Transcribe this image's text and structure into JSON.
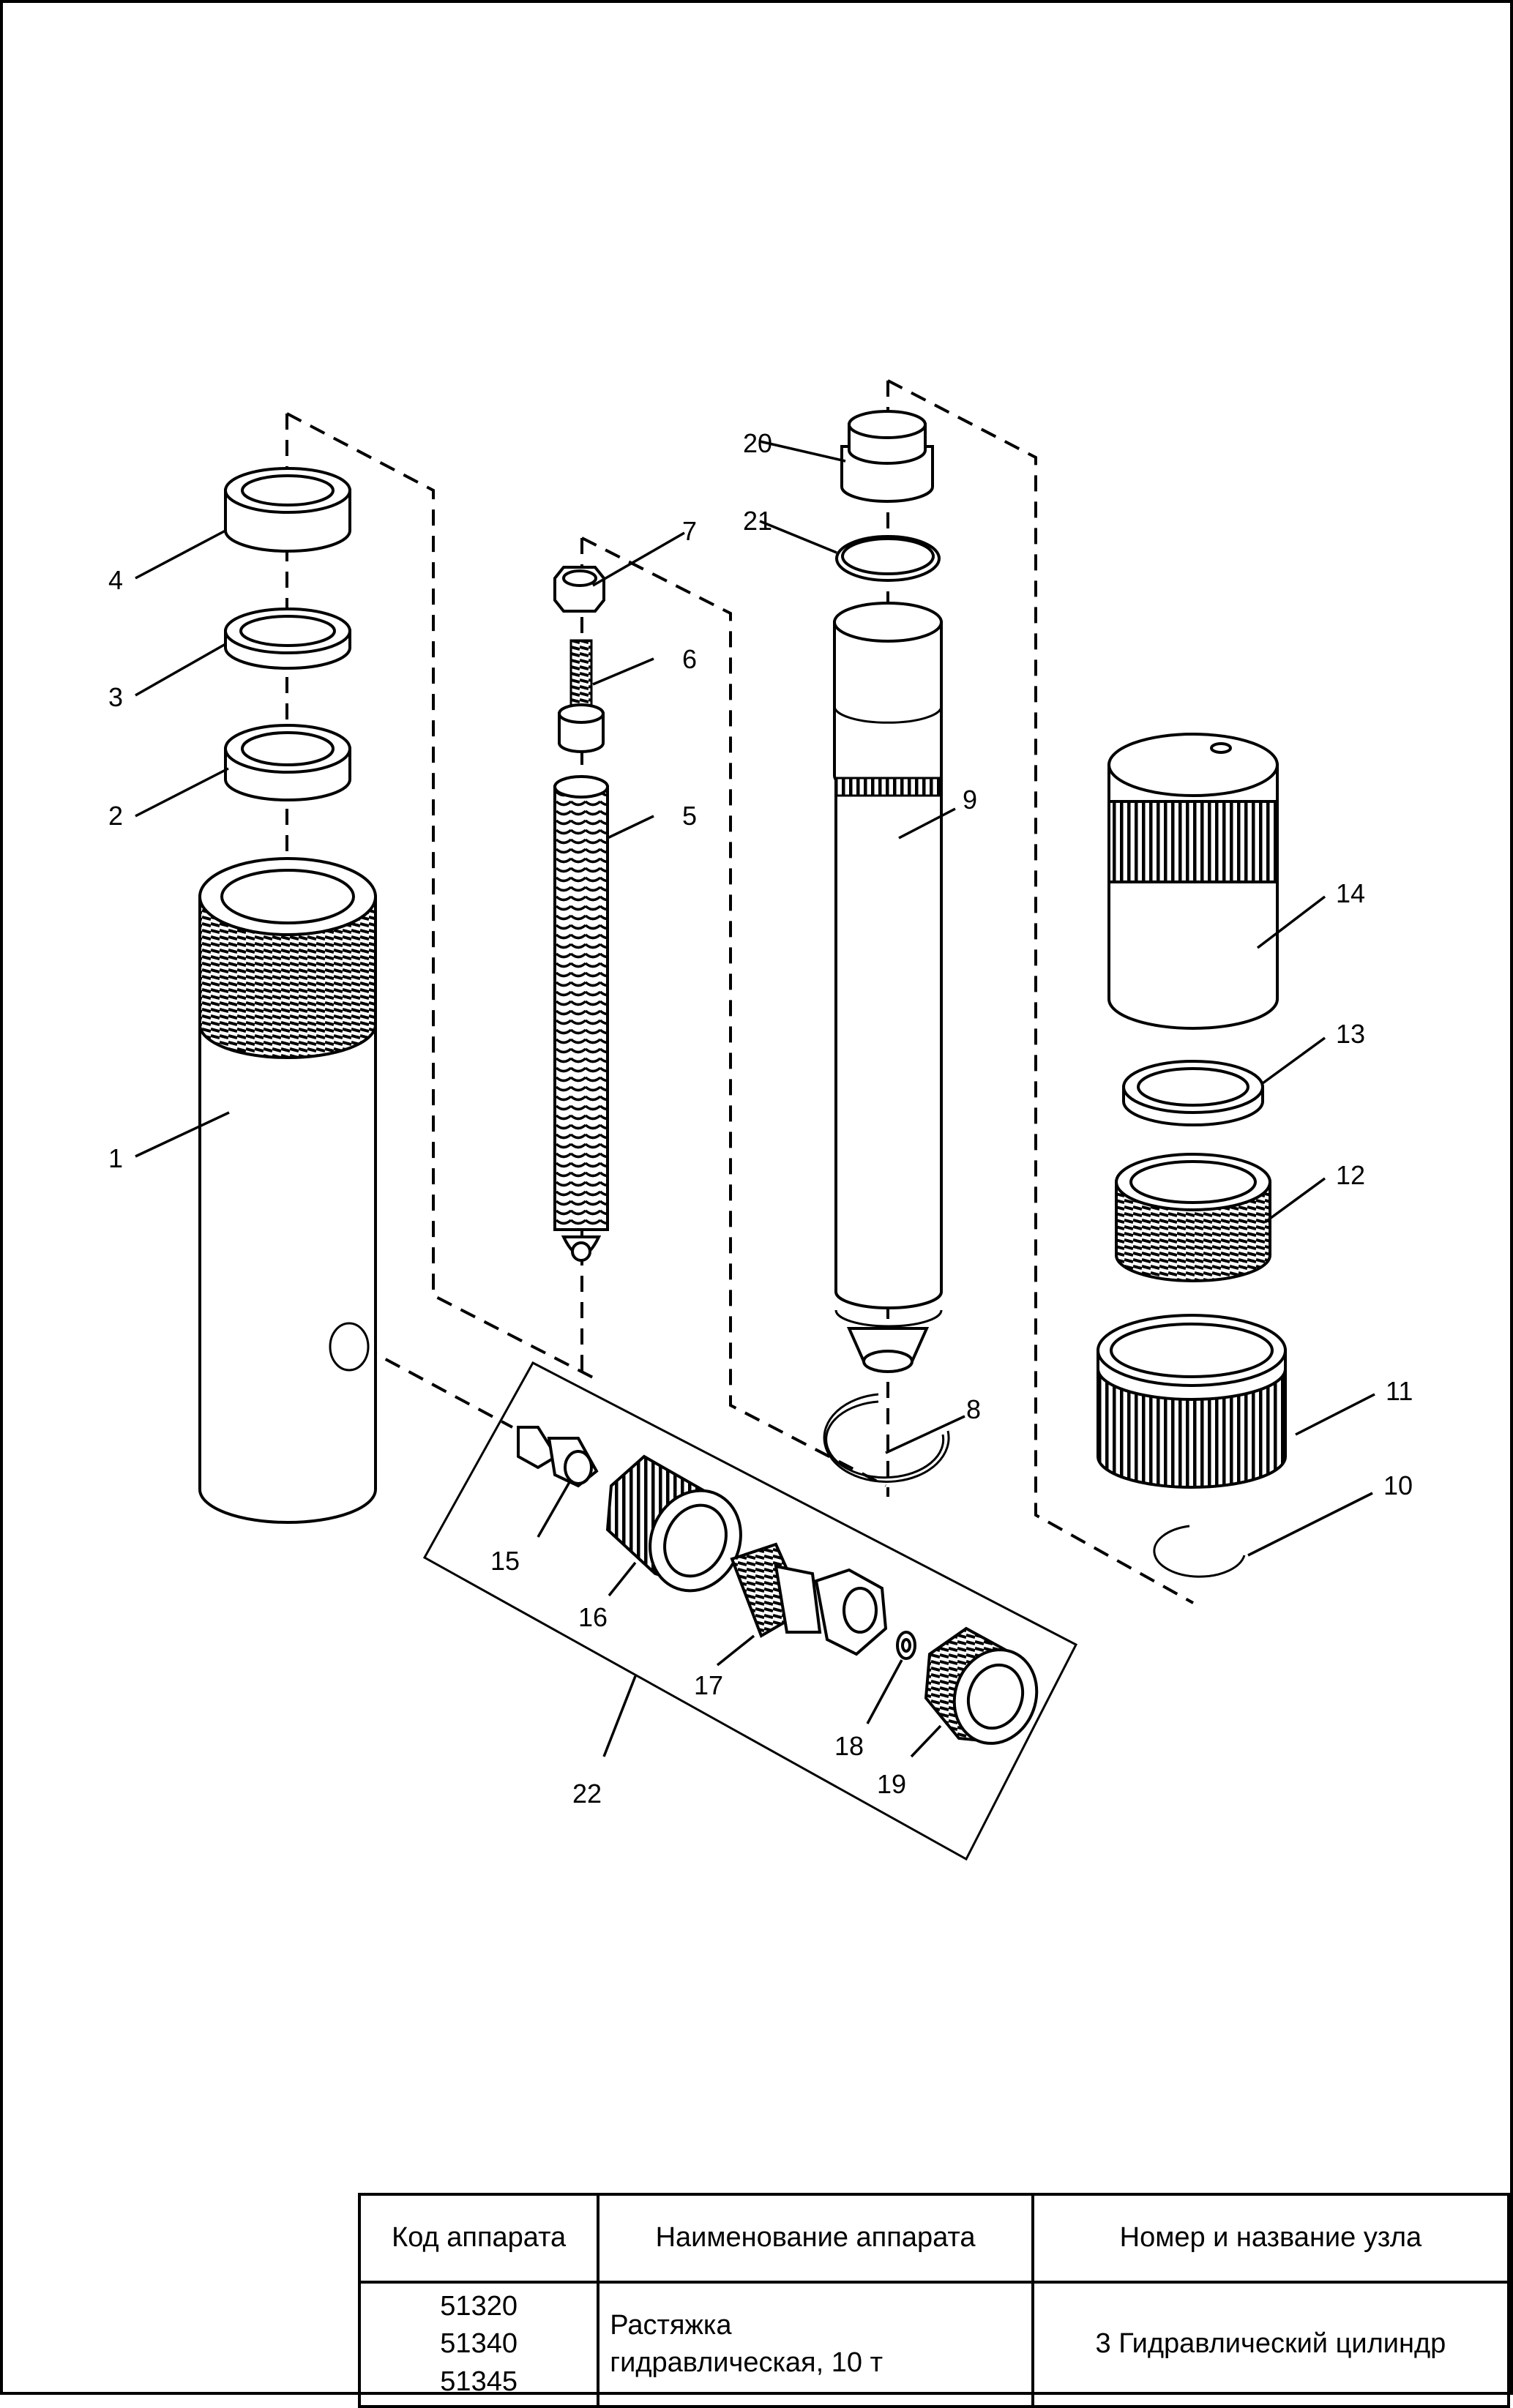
{
  "callouts": {
    "c1": "1",
    "c2": "2",
    "c3": "3",
    "c4": "4",
    "c5": "5",
    "c6": "6",
    "c7": "7",
    "c8": "8",
    "c9": "9",
    "c10": "10",
    "c11": "11",
    "c12": "12",
    "c13": "13",
    "c14": "14",
    "c15": "15",
    "c16": "16",
    "c17": "17",
    "c18": "18",
    "c19": "19",
    "c20": "20",
    "c21": "21",
    "c22": "22"
  },
  "title_block": {
    "headers": {
      "code": "Код аппарата",
      "name": "Наименование аппарата",
      "unit": "Номер и название узла"
    },
    "codes": [
      "51320",
      "51340",
      "51345"
    ],
    "name_lines": [
      "Растяжка",
      "гидравлическая, 10 т"
    ],
    "unit": "3 Гидравлический цилиндр"
  }
}
